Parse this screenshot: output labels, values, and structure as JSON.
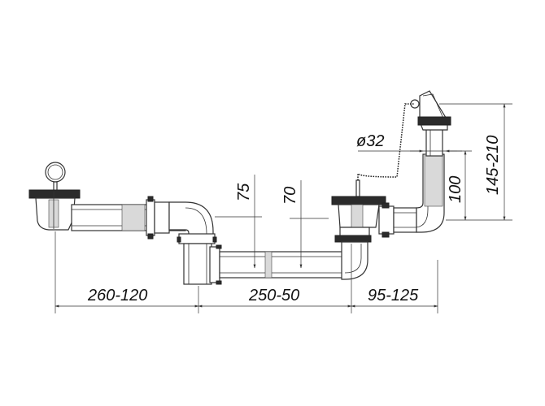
{
  "dimensions": {
    "horiz_left": "260-120",
    "horiz_mid": "250-50",
    "horiz_right": "95-125",
    "vert_75": "75",
    "vert_70": "70",
    "diameter": "ø32",
    "vert_100": "100",
    "vert_total": "145-210"
  },
  "colors": {
    "line": "#333333",
    "fill_dark": "#2b2b2b",
    "background": "#ffffff"
  }
}
